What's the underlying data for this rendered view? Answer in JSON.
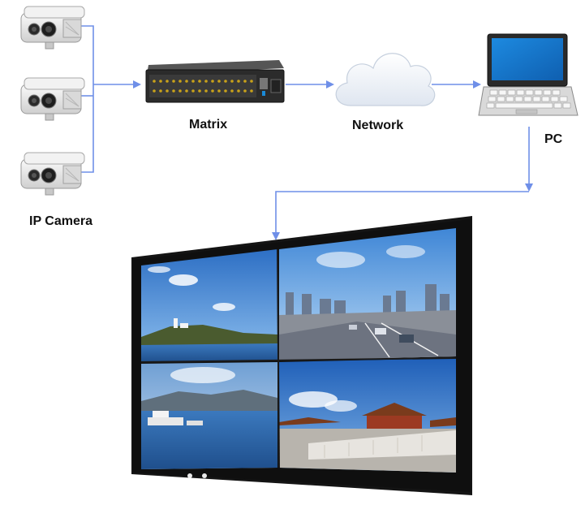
{
  "labels": {
    "matrix": "Matrix",
    "network": "Network",
    "pc": "PC",
    "ip_camera": "IP Camera"
  },
  "nodes": [
    {
      "id": "ip-camera",
      "label": "IP Camera",
      "count": 3
    },
    {
      "id": "matrix",
      "label": "Matrix"
    },
    {
      "id": "network",
      "label": "Network"
    },
    {
      "id": "pc",
      "label": "PC"
    },
    {
      "id": "video-wall",
      "label": "",
      "panels": 4
    }
  ],
  "edges": [
    {
      "from": "ip-camera",
      "to": "matrix"
    },
    {
      "from": "matrix",
      "to": "network"
    },
    {
      "from": "network",
      "to": "pc"
    },
    {
      "from": "pc",
      "to": "video-wall"
    }
  ],
  "colors": {
    "connector": "#6f8fe8",
    "camera_body": "#e9e9e9",
    "matrix_body": "#2b2b2b",
    "laptop_screen": "#1b7fd6",
    "cloud": "#f3f6fb",
    "monitor_frame": "#141414",
    "sky": "#3c7fd0",
    "water": "#2f6db3"
  },
  "icons": [
    "camera-icon",
    "matrix-switch-icon",
    "cloud-icon",
    "laptop-icon",
    "video-wall-monitor"
  ]
}
